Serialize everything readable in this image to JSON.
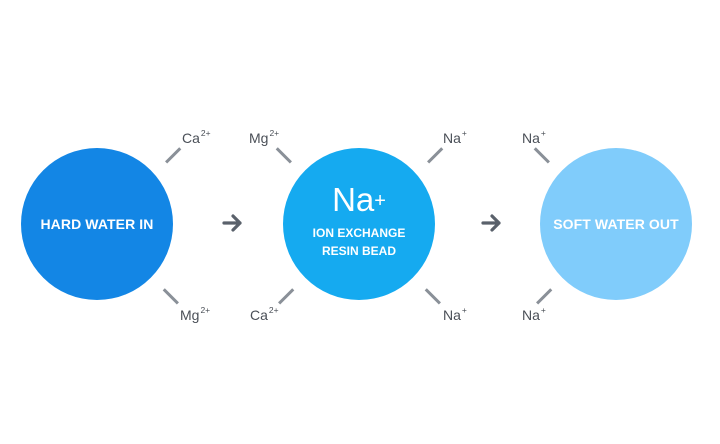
{
  "circles": {
    "hard": {
      "label": "HARD WATER IN",
      "color": "#1386e5"
    },
    "resin": {
      "ion_symbol": "Na",
      "ion_charge": "+",
      "line1": "ION EXCHANGE",
      "line2": "RESIN BEAD",
      "color": "#15aaf0"
    },
    "soft": {
      "label": "SOFT WATER OUT",
      "color": "#80ccfb"
    }
  },
  "ions": {
    "hard_top": {
      "symbol": "Ca",
      "charge": "2+"
    },
    "hard_bottom": {
      "symbol": "Mg",
      "charge": "2+"
    },
    "resin_top_left": {
      "symbol": "Mg",
      "charge": "2+"
    },
    "resin_bottom_left": {
      "symbol": "Ca",
      "charge": "2+"
    },
    "resin_top_right": {
      "symbol": "Na",
      "charge": "+"
    },
    "resin_bottom_right": {
      "symbol": "Na",
      "charge": "+"
    },
    "soft_top": {
      "symbol": "Na",
      "charge": "+"
    },
    "soft_bottom": {
      "symbol": "Na",
      "charge": "+"
    }
  },
  "icons": {
    "arrow": "arrow-right-icon"
  },
  "colors": {
    "text_dark": "#4a4f57",
    "connector": "#8a9098",
    "arrow": "#5a616b"
  }
}
